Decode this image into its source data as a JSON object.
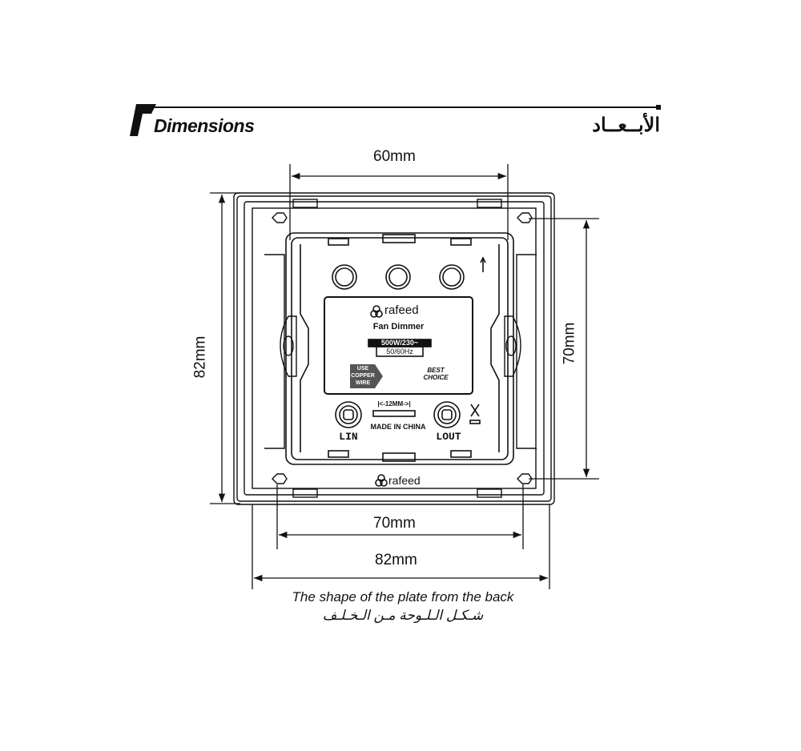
{
  "header": {
    "title_en": "Dimensions",
    "title_ar": "الأبــعــاد"
  },
  "dimensions": {
    "top_width": "60mm",
    "left_height": "82mm",
    "right_height": "70mm",
    "bottom_inner": "70mm",
    "bottom_outer": "82mm"
  },
  "caption": {
    "en": "The shape of the plate from the back",
    "ar": "شـكـل الـلـوحة مـن الـخـلـف"
  },
  "label": {
    "brand": "rafeed",
    "product": "Fan Dimmer",
    "rating": "500W/230~",
    "frequency": "50/60Hz",
    "copper": "USE COPPER WIRE",
    "best": "BEST CHOICE",
    "strip": "|<-12MM->|",
    "origin": "MADE IN CHINA",
    "lin": "LIN",
    "lout": "LOUT"
  },
  "plate": {
    "brand": "rafeed"
  }
}
